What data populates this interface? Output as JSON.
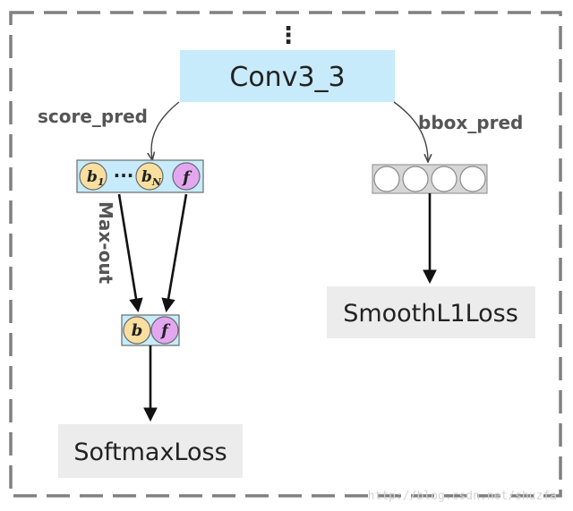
{
  "diagram": {
    "vertical_ellipsis": "⋮",
    "conv_node": {
      "label": "Conv3_3",
      "fill": "#c7ebfa"
    },
    "score_branch": {
      "edge_label": "score_pred",
      "cells": {
        "b1_main": "b",
        "b1_sub": "1",
        "dots": "···",
        "bN_main": "b",
        "bN_sub": "N",
        "f": "f"
      },
      "maxout_label": "Max-out",
      "pooled": {
        "b": "b",
        "f": "f"
      },
      "loss_label": "SoftmaxLoss"
    },
    "bbox_branch": {
      "edge_label": "bbox_pred",
      "loss_label": "SmoothL1Loss"
    },
    "colors": {
      "b_circle": "#f8dfa0",
      "f_circle": "#e3a7f0",
      "strip_fill": "#c7ebfa",
      "loss_fill": "#ececec",
      "bbox_strip_fill": "#d6d6d6",
      "frame_dash": "#808080"
    },
    "watermark": "http://blog.csdn.net/shuzfa"
  }
}
